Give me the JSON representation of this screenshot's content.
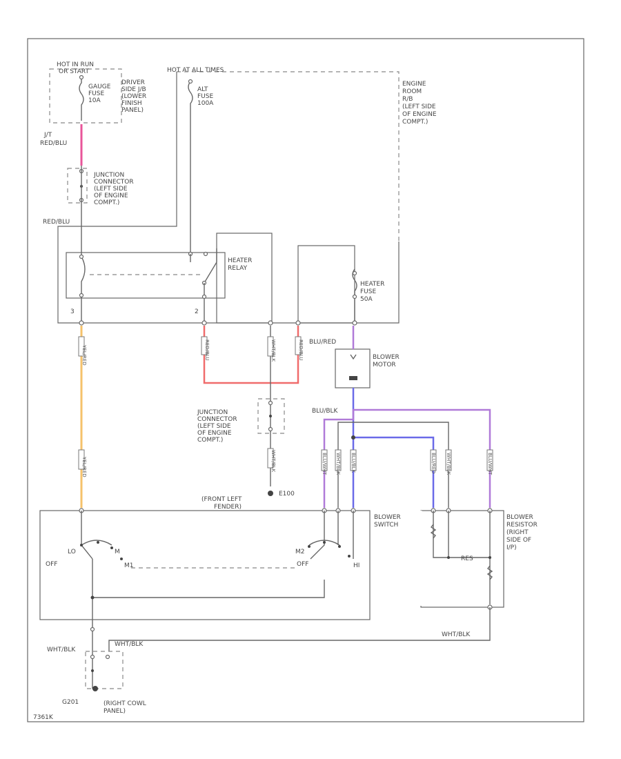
{
  "colors": {
    "pink": "#e8559a",
    "orange": "#f5c26b",
    "red": "#f06b6b",
    "purple": "#b07ad8",
    "blue": "#6a6ae8",
    "line": "#666666"
  },
  "labels": {
    "hot_top": [
      "HOT IN RUN",
      "OR START"
    ],
    "gauge_fuse": [
      "GAUGE",
      "FUSE",
      "10A"
    ],
    "driver_jb": [
      "DRIVER",
      "SIDE J/B",
      "(LOWER",
      "FINISH",
      "PANEL)"
    ],
    "hot_at_all": "HOT AT ALL TIMES",
    "alt_fuse": [
      "ALT",
      "FUSE",
      "100A"
    ],
    "engine_room": [
      "ENGINE",
      "ROOM",
      "R/B",
      "(LEFT SIDE",
      "OF ENGINE",
      "COMPT.)"
    ],
    "wire_redblu_top": [
      "J/T",
      "RED/BLU"
    ],
    "junction_conn_1": [
      "JUNCTION",
      "CONNECTOR",
      "(LEFT SIDE",
      "OF ENGINE",
      "COMPT.)"
    ],
    "wire_redblu": "RED/BLU",
    "heater_relay": [
      "HEATER",
      "RELAY"
    ],
    "heater_fuse": [
      "HEATER",
      "FUSE",
      "50A"
    ],
    "pin_3": "3",
    "pin_2": "2",
    "blower_motor": [
      "BLOWER",
      "MOTOR"
    ],
    "wire_blured": "BLU/RED",
    "wire_blublk": "BLU/BLK",
    "junction_conn_2": [
      "JUNCTION",
      "CONNECTOR",
      "(LEFT SIDE",
      "OF ENGINE",
      "COMPT.)"
    ],
    "ground_e100": "E100",
    "front_left_fender": [
      "(FRONT LEFT",
      "FENDER)"
    ],
    "blower_switch": [
      "BLOWER",
      "SWITCH"
    ],
    "blower_resistor": [
      "BLOWER",
      "RESISTOR",
      "(RIGHT",
      "SIDE OF",
      "I/P)"
    ],
    "sw_lo": "LO",
    "sw_m": "M",
    "sw_off": "OFF",
    "sw_m1": "M1",
    "sw_m2": "M2",
    "sw_off2": "OFF",
    "sw_hi": "HI",
    "wire_white": "WHT/BLK",
    "wire_white2": "WHT/BLK",
    "wire_white3": "WHT/BLK",
    "ground_g201": "G201",
    "right_cowl": [
      "(RIGHT COWL",
      "PANEL)"
    ],
    "resistor_label": "RES",
    "diagram_id": "7361K",
    "v_gray": "WHT/BLK",
    "v_yel": "YEL/RED",
    "v_red": "RED/BLU",
    "v_pur": "BLU/WHT",
    "v_blu": "BLU/BLK",
    "v_blu2": "BLU/RED"
  }
}
